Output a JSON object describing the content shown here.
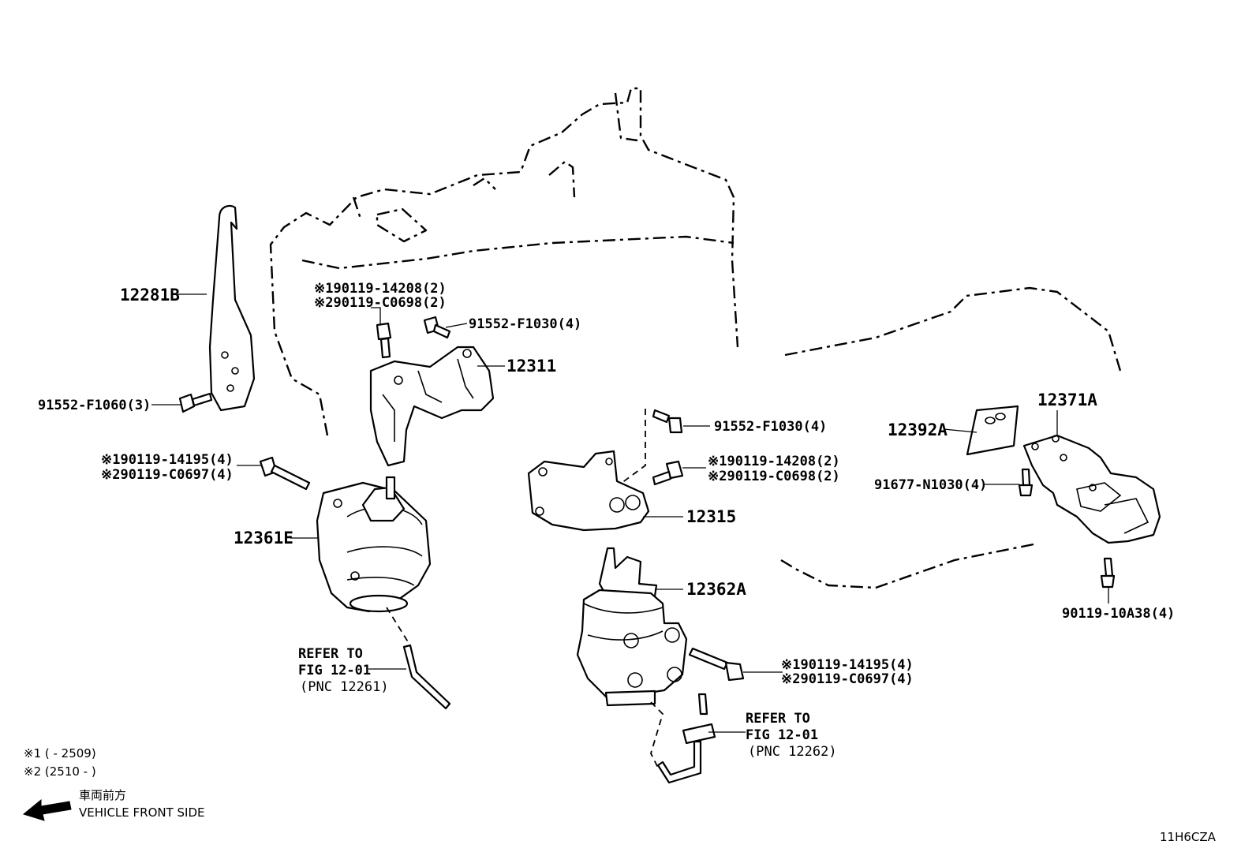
{
  "labels": {
    "p12281b": "12281B",
    "p91552_f1060": "91552-F1060(3)",
    "p190119_14208_a": "※190119-14208(2)",
    "p290119_c0698_a": "※290119-C0698(2)",
    "p91552_f1030_a": "91552-F1030(4)",
    "p12311": "12311",
    "p190119_14195_a": "※190119-14195(4)",
    "p290119_c0697_a": "※290119-C0697(4)",
    "p12361e": "12361E",
    "p91552_f1030_b": "91552-F1030(4)",
    "p190119_14208_b": "※190119-14208(2)",
    "p290119_c0698_b": "※290119-C0698(2)",
    "p12315": "12315",
    "p12362a": "12362A",
    "p190119_14195_b": "※190119-14195(4)",
    "p290119_c0697_b": "※290119-C0697(4)",
    "p12392a": "12392A",
    "p12371a": "12371A",
    "p91677_n1030": "91677-N1030(4)",
    "p90119_10a38": "90119-10A38(4)"
  },
  "references": {
    "left": {
      "line1": "REFER TO",
      "line2": "FIG 12-01",
      "line3": "(PNC 12261)"
    },
    "right": {
      "line1": "REFER TO",
      "line2": "FIG 12-01",
      "line3": "(PNC 12262)"
    }
  },
  "legend": {
    "note1": "※1 (       - 2509)",
    "note2": "※2 (2510 -       )",
    "front_jp": "車両前方",
    "front_en": "VEHICLE FRONT SIDE",
    "arrow_icon": "left-arrow"
  },
  "diagram_code": "11H6CZA"
}
